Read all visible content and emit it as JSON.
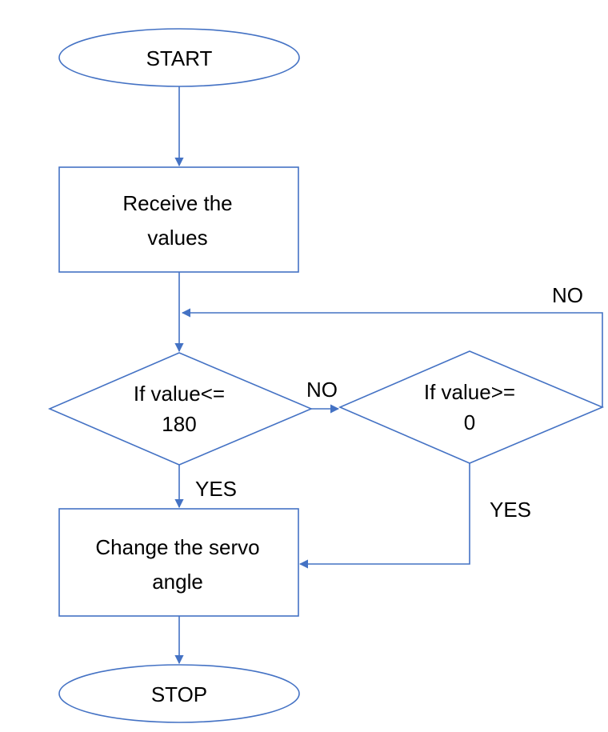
{
  "flowchart": {
    "start": "START",
    "receive_line1": "Receive the",
    "receive_line2": "values",
    "decision1_line1": "If value<=",
    "decision1_line2": "180",
    "decision2_line1": "If value>=",
    "decision2_line2": "0",
    "change_line1": "Change the servo",
    "change_line2": "angle",
    "stop": "STOP",
    "label_no_1": "NO",
    "label_no_2": "NO",
    "label_yes_1": "YES",
    "label_yes_2": "YES"
  },
  "colors": {
    "stroke": "#4472c4",
    "text": "#000000",
    "background": "#ffffff"
  }
}
